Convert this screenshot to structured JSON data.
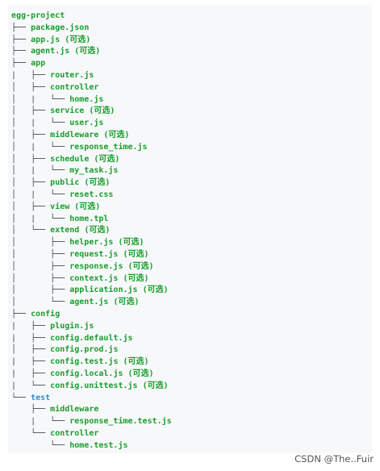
{
  "colors": {
    "panel_background": "#f6f8fa",
    "name_green": "#1a9c2c",
    "name_blue": "#2f8fd1",
    "prefix_gray": "#444444"
  },
  "tree": [
    {
      "prefix": "",
      "name": "egg-project",
      "note": "",
      "color": "green"
    },
    {
      "prefix": "├── ",
      "name": "package.json",
      "note": "",
      "color": "green"
    },
    {
      "prefix": "├── ",
      "name": "app.js",
      "note": " (可选)",
      "color": "green"
    },
    {
      "prefix": "├── ",
      "name": "agent.js",
      "note": " (可选)",
      "color": "green"
    },
    {
      "prefix": "├── ",
      "name": "app",
      "note": "",
      "color": "green"
    },
    {
      "prefix": "|   ├── ",
      "name": "router.js",
      "note": "",
      "color": "green"
    },
    {
      "prefix": "│   ├── ",
      "name": "controller",
      "note": "",
      "color": "green"
    },
    {
      "prefix": "│   |   └── ",
      "name": "home.js",
      "note": "",
      "color": "green"
    },
    {
      "prefix": "│   ├── ",
      "name": "service",
      "note": " (可选)",
      "color": "green"
    },
    {
      "prefix": "│   |   └── ",
      "name": "user.js",
      "note": "",
      "color": "green"
    },
    {
      "prefix": "│   ├── ",
      "name": "middleware",
      "note": " (可选)",
      "color": "green"
    },
    {
      "prefix": "│   |   └── ",
      "name": "response_time.js",
      "note": "",
      "color": "green"
    },
    {
      "prefix": "│   ├── ",
      "name": "schedule",
      "note": " (可选)",
      "color": "green"
    },
    {
      "prefix": "│   |   └── ",
      "name": "my_task.js",
      "note": "",
      "color": "green"
    },
    {
      "prefix": "│   ├── ",
      "name": "public",
      "note": " (可选)",
      "color": "green"
    },
    {
      "prefix": "│   |   └── ",
      "name": "reset.css",
      "note": "",
      "color": "green"
    },
    {
      "prefix": "│   ├── ",
      "name": "view",
      "note": " (可选)",
      "color": "green"
    },
    {
      "prefix": "│   |   └── ",
      "name": "home.tpl",
      "note": "",
      "color": "green"
    },
    {
      "prefix": "│   └── ",
      "name": "extend",
      "note": " (可选)",
      "color": "green"
    },
    {
      "prefix": "│       ├── ",
      "name": "helper.js",
      "note": " (可选)",
      "color": "green"
    },
    {
      "prefix": "│       ├── ",
      "name": "request.js",
      "note": " (可选)",
      "color": "green"
    },
    {
      "prefix": "│       ├── ",
      "name": "response.js",
      "note": " (可选)",
      "color": "green"
    },
    {
      "prefix": "│       ├── ",
      "name": "context.js",
      "note": " (可选)",
      "color": "green"
    },
    {
      "prefix": "│       ├── ",
      "name": "application.js",
      "note": " (可选)",
      "color": "green"
    },
    {
      "prefix": "│       └── ",
      "name": "agent.js",
      "note": " (可选)",
      "color": "green"
    },
    {
      "prefix": "├── ",
      "name": "config",
      "note": "",
      "color": "green"
    },
    {
      "prefix": "|   ├── ",
      "name": "plugin.js",
      "note": "",
      "color": "green"
    },
    {
      "prefix": "|   ├── ",
      "name": "config.default.js",
      "note": "",
      "color": "green"
    },
    {
      "prefix": "│   ├── ",
      "name": "config.prod.js",
      "note": "",
      "color": "green"
    },
    {
      "prefix": "|   ├── ",
      "name": "config.test.js",
      "note": " (可选)",
      "color": "green"
    },
    {
      "prefix": "|   ├── ",
      "name": "config.local.js",
      "note": " (可选)",
      "color": "green"
    },
    {
      "prefix": "|   └── ",
      "name": "config.unittest.js",
      "note": " (可选)",
      "color": "green"
    },
    {
      "prefix": "└── ",
      "name": "test",
      "note": "",
      "color": "blue"
    },
    {
      "prefix": "    ├── ",
      "name": "middleware",
      "note": "",
      "color": "green"
    },
    {
      "prefix": "    |   └── ",
      "name": "response_time.test.js",
      "note": "",
      "color": "green"
    },
    {
      "prefix": "    └── ",
      "name": "controller",
      "note": "",
      "color": "green"
    },
    {
      "prefix": "        └── ",
      "name": "home.test.js",
      "note": "",
      "color": "green"
    }
  ],
  "watermark": "CSDN @The..Fuir"
}
